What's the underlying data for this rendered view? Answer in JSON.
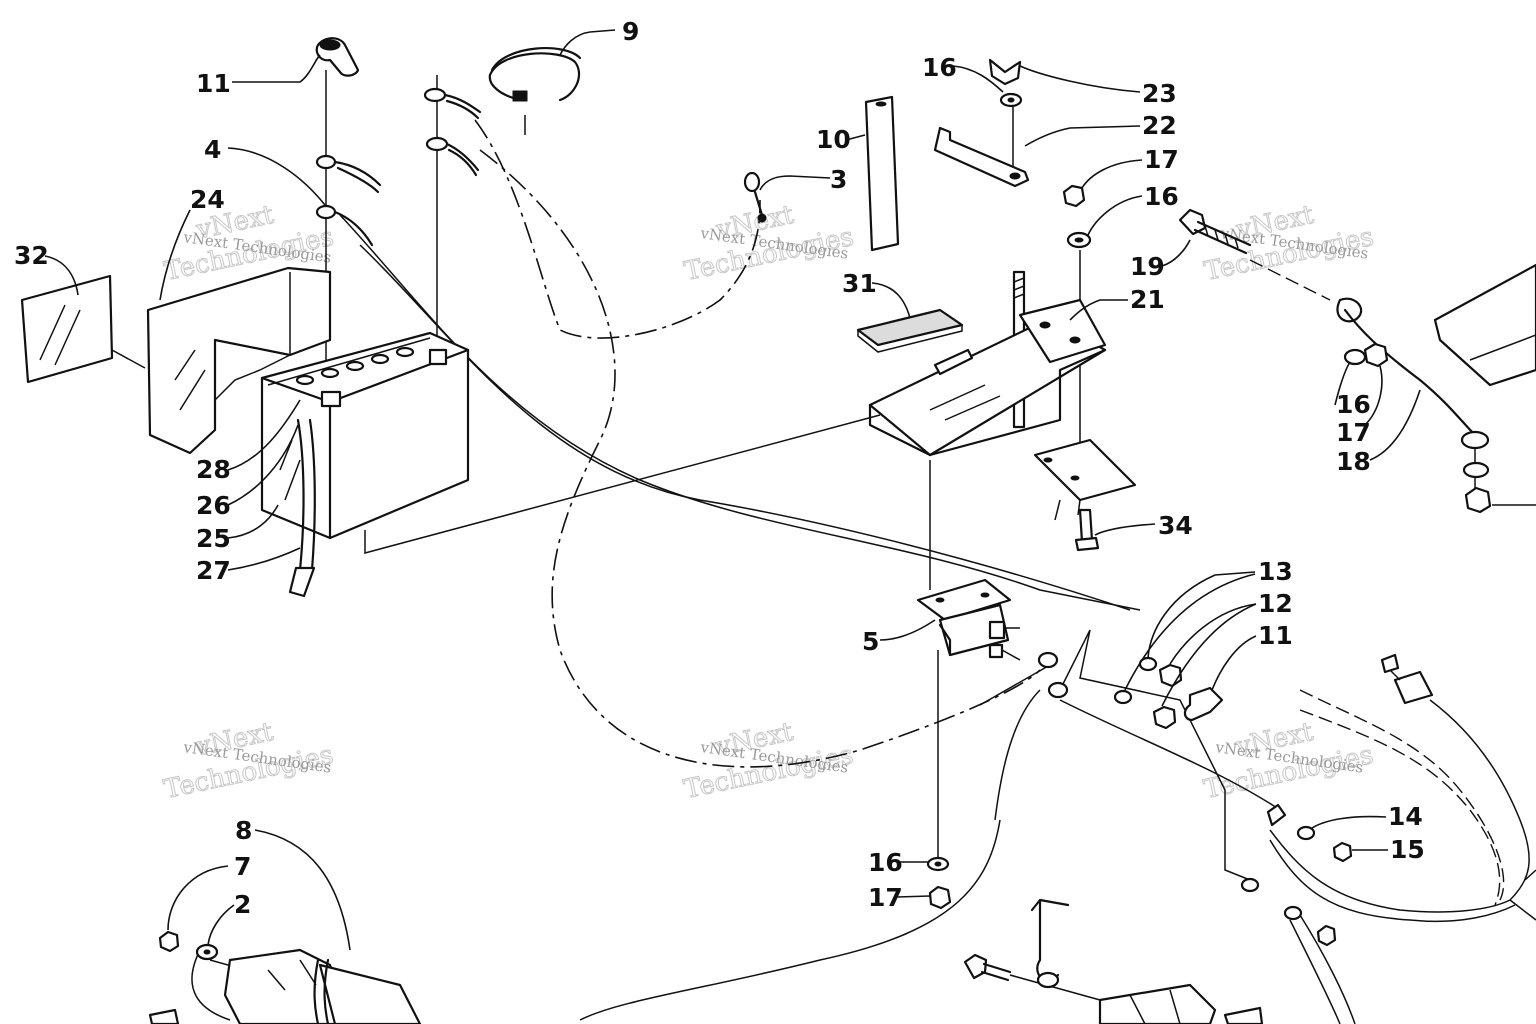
{
  "watermark": {
    "company": "vNext Technologies",
    "line1": "vNext",
    "line2": "Technologies"
  },
  "callouts": [
    {
      "id": "c11a",
      "text": "11"
    },
    {
      "id": "c9",
      "text": "9"
    },
    {
      "id": "c4",
      "text": "4"
    },
    {
      "id": "c24",
      "text": "24"
    },
    {
      "id": "c32",
      "text": "32"
    },
    {
      "id": "c28",
      "text": "28"
    },
    {
      "id": "c26",
      "text": "26"
    },
    {
      "id": "c25",
      "text": "25"
    },
    {
      "id": "c27",
      "text": "27"
    },
    {
      "id": "c10",
      "text": "10"
    },
    {
      "id": "c3",
      "text": "3"
    },
    {
      "id": "c31",
      "text": "31"
    },
    {
      "id": "c16a",
      "text": "16"
    },
    {
      "id": "c23",
      "text": "23"
    },
    {
      "id": "c22",
      "text": "22"
    },
    {
      "id": "c17a",
      "text": "17"
    },
    {
      "id": "c16b",
      "text": "16"
    },
    {
      "id": "c19",
      "text": "19"
    },
    {
      "id": "c21",
      "text": "21"
    },
    {
      "id": "c16c",
      "text": "16"
    },
    {
      "id": "c17b",
      "text": "17"
    },
    {
      "id": "c18",
      "text": "18"
    },
    {
      "id": "c34",
      "text": "34"
    },
    {
      "id": "c13",
      "text": "13"
    },
    {
      "id": "c12",
      "text": "12"
    },
    {
      "id": "c11b",
      "text": "11"
    },
    {
      "id": "c5",
      "text": "5"
    },
    {
      "id": "c14",
      "text": "14"
    },
    {
      "id": "c15",
      "text": "15"
    },
    {
      "id": "c16d",
      "text": "16"
    },
    {
      "id": "c17c",
      "text": "17"
    },
    {
      "id": "c8",
      "text": "8"
    },
    {
      "id": "c7",
      "text": "7"
    },
    {
      "id": "c2",
      "text": "2"
    }
  ]
}
